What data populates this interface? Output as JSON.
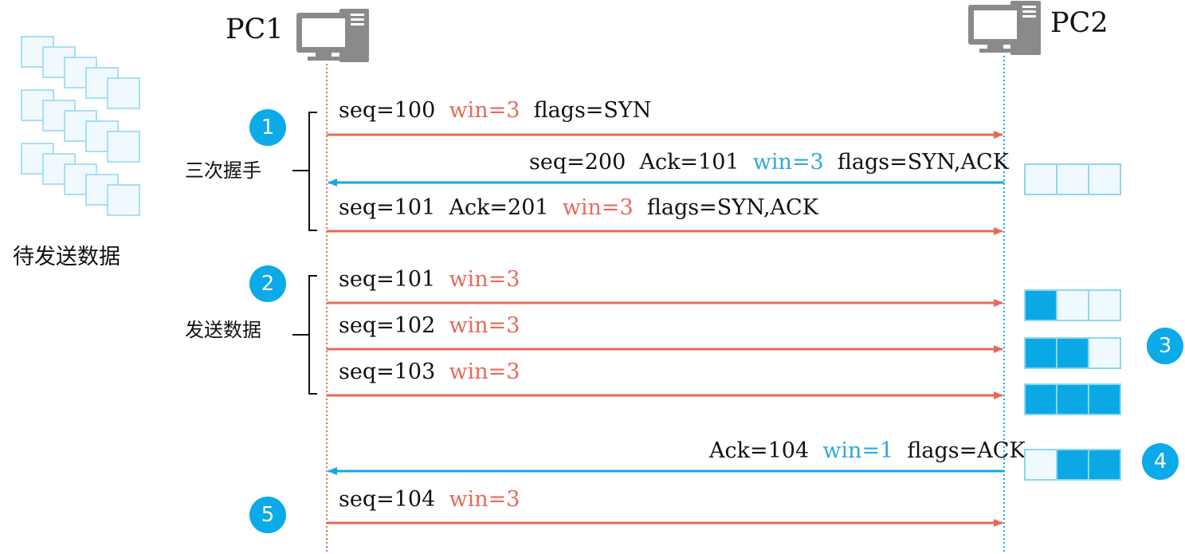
{
  "pc1": {
    "label": "PC1"
  },
  "pc2": {
    "label": "PC2"
  },
  "pending": {
    "label": "待发送数据"
  },
  "handshake": {
    "label": "三次握手"
  },
  "sending": {
    "label": "发送数据"
  },
  "steps": {
    "s1": "1",
    "s2": "2",
    "s3": "3",
    "s4": "4",
    "s5": "5"
  },
  "messages": [
    {
      "seq": "seq=100",
      "win": "win=3",
      "flags": "flags=SYN"
    },
    {
      "seq": "seq=200",
      "ack": "Ack=101",
      "win": "win=3",
      "flags": "flags=SYN,ACK"
    },
    {
      "seq": "seq=101",
      "ack": "Ack=201",
      "win": "win=3",
      "flags": "flags=SYN,ACK"
    },
    {
      "seq": "seq=101",
      "win": "win=3"
    },
    {
      "seq": "seq=102",
      "win": "win=3"
    },
    {
      "seq": "seq=103",
      "win": "win=3"
    },
    {
      "ack": "Ack=104",
      "win": "win=1",
      "flags": "flags=ACK"
    },
    {
      "seq": "seq=104",
      "win": "win=3"
    }
  ],
  "windows": [
    {
      "filled": [
        false,
        false,
        false
      ]
    },
    {
      "filled": [
        true,
        false,
        false
      ]
    },
    {
      "filled": [
        true,
        true,
        false
      ]
    },
    {
      "filled": [
        true,
        true,
        true
      ]
    },
    {
      "filled": [
        false,
        true,
        true
      ]
    }
  ],
  "colors": {
    "send": "#E8695B",
    "receive": "#0BAAE8",
    "filled": "#0AA9E6",
    "empty": "#F0FAFE",
    "border": "#8ED6F0"
  },
  "icons": {
    "computer": "desktop-computer-icon"
  }
}
